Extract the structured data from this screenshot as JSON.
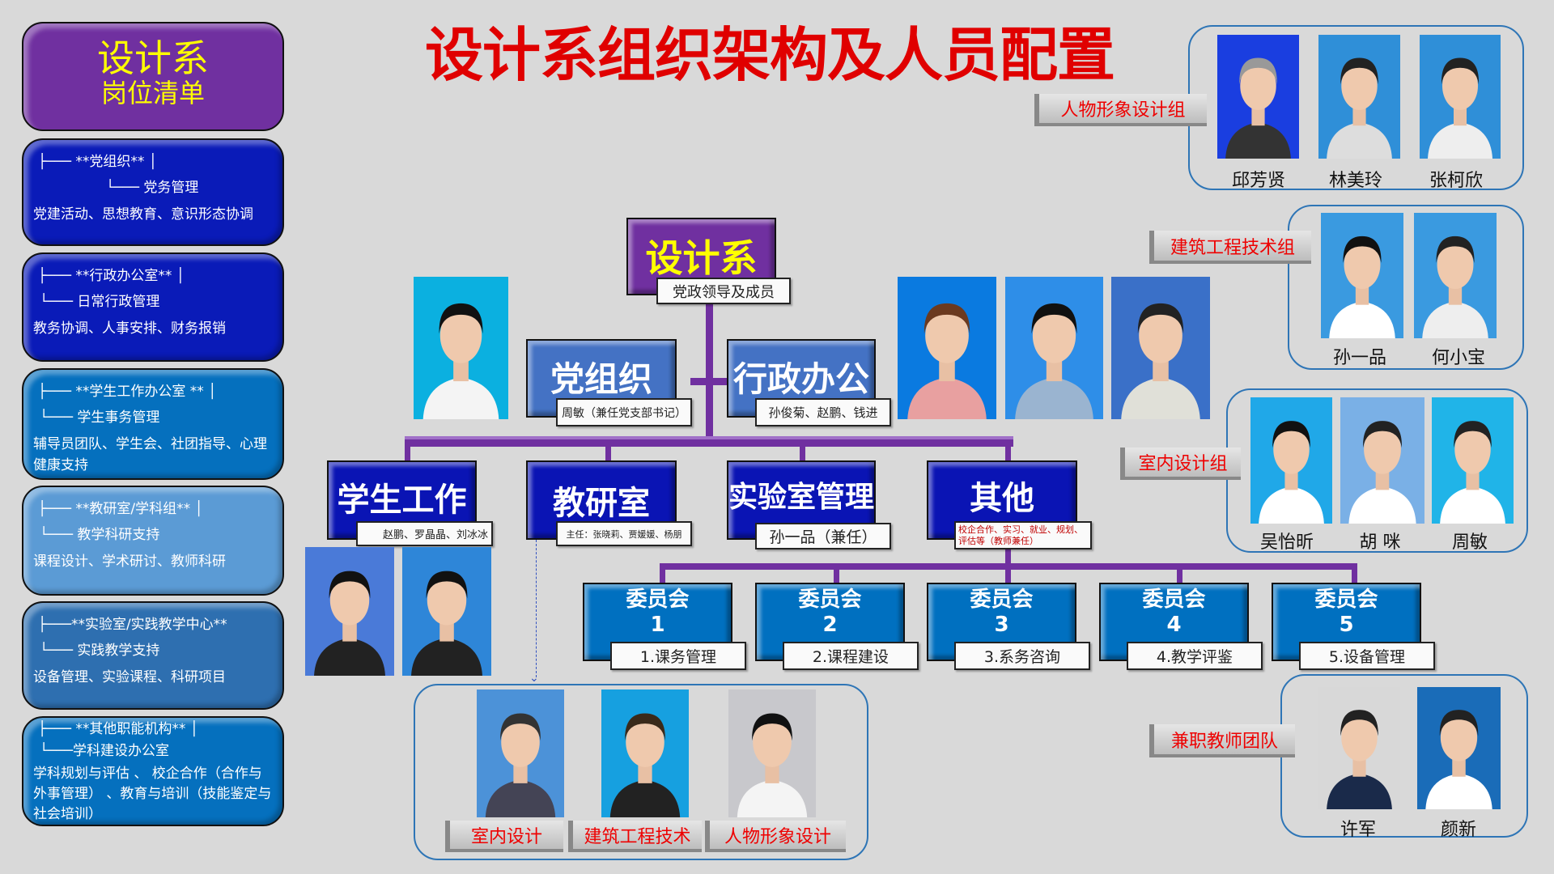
{
  "title": "设计系组织架构及人员配置",
  "sidebar": {
    "header": {
      "line1": "设计系",
      "line2": "岗位清单"
    },
    "items": [
      {
        "l1": "├─── **党组织** │",
        "l2": "└─── 党务管理",
        "l3": "党建活动、思想教育、意识形态协调",
        "color": "#0a1bb8"
      },
      {
        "l1": "├─── **行政办公室** │",
        "l2": "└─── 日常行政管理",
        "l3": "教务协调、人事安排、财务报销",
        "color": "#0a1bb8"
      },
      {
        "l1": "├─── **学生工作办公室 ** │",
        "l2": "└─── 学生事务管理",
        "l3": "辅导员团队、学生会、社团指导、心理健康支持",
        "color": "#0570be"
      },
      {
        "l1": "├─── **教研室/学科组** │",
        "l2": "└─── 教学科研支持",
        "l3": "课程设计、学术研讨、教师科研",
        "color": "#5b9bd5"
      },
      {
        "l1": "├───**实验室/实践教学中心**",
        "l2": "└───  实践教学支持",
        "l3": "设备管理、实验课程、科研项目",
        "color": "#2e6fb0"
      },
      {
        "l1": "├─── **其他职能机构** │",
        "l2": "└───学科建设办公室",
        "l3": "学科规划与评估 、 校企合作（合作与外事管理） 、教育与培训（技能鉴定与社会培训）",
        "color": "#0570be"
      }
    ]
  },
  "org": {
    "root": {
      "label": "设计系",
      "sub": "党政领导及成员"
    },
    "level1": [
      {
        "label": "党组织",
        "sub": "周敏（兼任党支部书记）"
      },
      {
        "label": "行政办公",
        "sub": "孙俊菊、赵鹏、钱进"
      }
    ],
    "level2": [
      {
        "label": "学生工作",
        "sub": "赵鹏、罗晶晶、刘冰冰"
      },
      {
        "label": "教研室",
        "sub": "主任：张晓莉、贾媛媛、杨朋"
      },
      {
        "label": "实验室管理",
        "sub": "孙一品（兼任）"
      },
      {
        "label": "其他",
        "sub": "校企合作、实习、就业、规划、评估等（教师兼任）"
      }
    ],
    "committees": [
      {
        "label": "委员会",
        "num": "1",
        "sub": "1.课务管理"
      },
      {
        "label": "委员会",
        "num": "2",
        "sub": "2.课程建设"
      },
      {
        "label": "委员会",
        "num": "3",
        "sub": "3.系务咨询"
      },
      {
        "label": "委员会",
        "num": "4",
        "sub": "4.教学评鉴"
      },
      {
        "label": "委员会",
        "num": "5",
        "sub": "5.设备管理"
      }
    ]
  },
  "groups": {
    "image": {
      "label": "人物形象设计组",
      "members": [
        "邱芳贤",
        "林美玲",
        "张柯欣"
      ]
    },
    "arch": {
      "label": "建筑工程技术组",
      "members": [
        "孙一品",
        "何小宝"
      ]
    },
    "interior": {
      "label": "室内设计组",
      "members": [
        "吴怡昕",
        "胡  咪",
        "周敏"
      ]
    },
    "parttime": {
      "label": "兼职教师团队",
      "members": [
        "许军",
        "颜新"
      ]
    },
    "majors": {
      "labels": [
        "室内设计",
        "建筑工程技术",
        "人物形象设计"
      ]
    }
  },
  "colors": {
    "purple": "#7030a0",
    "title_red": "#e00000",
    "dark_blue": "#0a14b4",
    "mid_blue": "#0070c0",
    "party_blue": "#4472c4",
    "bg": "#d9d9d9"
  }
}
